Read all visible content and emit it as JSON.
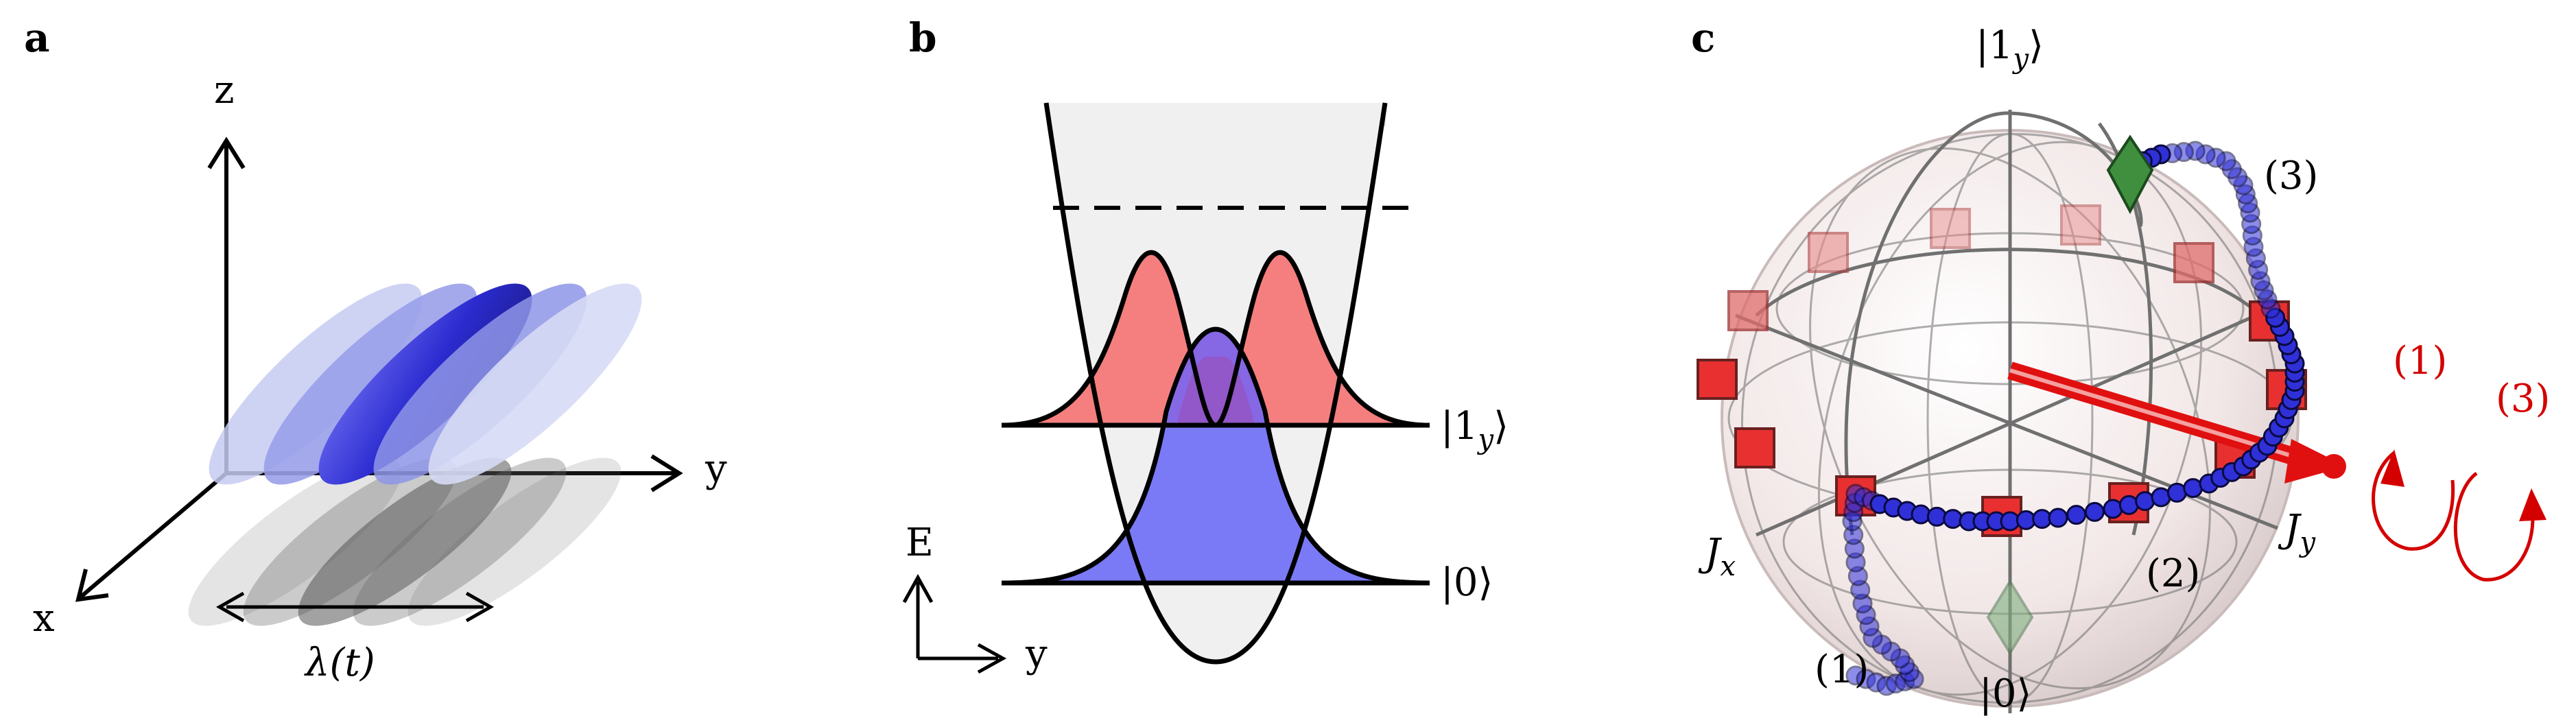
{
  "panels": {
    "a": {
      "label": "a",
      "axis_z": "z",
      "axis_y": "y",
      "axis_x": "x",
      "width_label": "λ(t)"
    },
    "b": {
      "label": "b",
      "state_excited": "|1",
      "state_excited_sub": "y",
      "state_excited_close": "⟩",
      "state_ground": "|0⟩",
      "axis_e": "E",
      "axis_y": "y"
    },
    "c": {
      "label": "c",
      "top_state": "|1",
      "top_state_sub": "y",
      "top_state_close": "⟩",
      "bottom_state": "|0⟩",
      "jx": "J",
      "jx_sub": "x",
      "jy": "J",
      "jy_sub": "y",
      "seg1": "(1)",
      "seg2": "(2)",
      "seg3": "(3)",
      "rot1": "(1)",
      "rot3": "(3)"
    }
  },
  "colors": {
    "blue_dark": "#3030d8",
    "blue_light": "#b8bcf0",
    "red_gauss": "#f47c7c",
    "blue_gauss": "#7878f4",
    "marker_red": "#e83030",
    "marker_green": "#3f8f3f",
    "arrow_red": "#e01010",
    "rotation_red": "#d40000"
  }
}
